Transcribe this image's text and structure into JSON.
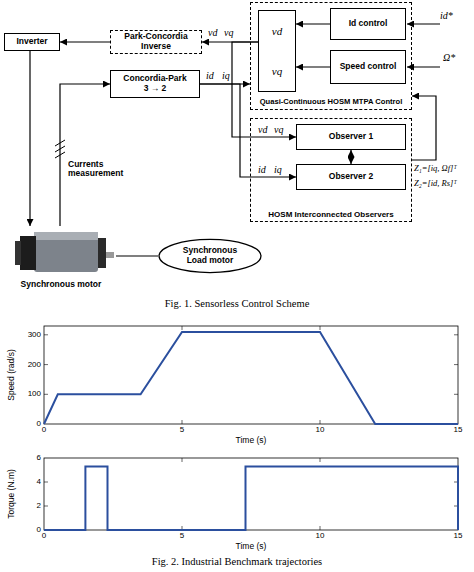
{
  "diagram": {
    "nodes": [
      {
        "text": [
          "Inverter"
        ]
      },
      {
        "text": [
          "Park-Concordia Inverse"
        ]
      },
      {
        "text": [
          "Quasi-Continuous HOSM MTPA Control"
        ]
      },
      {
        "text": [
          "vd",
          "vq"
        ],
        "in": 2
      },
      {
        "text": [
          "Id control"
        ],
        "in": 2
      },
      {
        "text": [
          "Speed control"
        ],
        "in": 2
      },
      {
        "text": [
          "Concordia-Park",
          "3 → 2"
        ]
      },
      {
        "text": [
          "HOSM Interconnected Observers"
        ]
      },
      {
        "text": [
          "Observer 1"
        ],
        "in": 7
      },
      {
        "text": [
          "Observer 2"
        ],
        "in": 7
      },
      {
        "text": [
          "Synchronous motor"
        ]
      },
      {
        "text": [
          "Synchronous Load motor"
        ]
      }
    ],
    "edges": [
      {
        "from": 1,
        "to": 0,
        "arrow": "to"
      },
      {
        "from": 3,
        "to": 1,
        "arrow": "to"
      },
      {
        "from": 4,
        "to": 3,
        "arrow": "to"
      },
      {
        "from": 5,
        "to": 3,
        "arrow": "to"
      },
      {
        "from": 0,
        "to": 10,
        "arrow": "to"
      },
      {
        "from": 10,
        "to": 6,
        "arrow": "to"
      },
      {
        "from": 10,
        "to": 11,
        "arrow": "none"
      },
      {
        "from": 6,
        "to": 2,
        "arrow": "to"
      },
      {
        "from": 6,
        "to": 9,
        "arrow": "to"
      },
      {
        "from": 3,
        "to": 8,
        "arrow": "to"
      },
      {
        "from": 8,
        "to": 9,
        "arrow": "both"
      },
      {
        "from": 7,
        "to": 2,
        "arrow": "to"
      }
    ],
    "labels": [
      "vd",
      "vq",
      "id*",
      "Ω*",
      "id",
      "iq",
      "vd",
      "vq",
      "id",
      "iq",
      "Z₁=[iq, Ωf]ᵀ",
      "Z₂=[id, Rs]ᵀ",
      "Currents measurement",
      "Fig. 1. Sensorless Control Scheme",
      "Speed (rad/s)",
      "300",
      "200",
      "100",
      "0",
      "0",
      "5",
      "10",
      "15",
      "Time (s)",
      "Torque (N.m)",
      "6",
      "4",
      "2",
      "0",
      "0",
      "5",
      "10",
      "15",
      "Time (s)",
      "Fig. 2. Industrial Benchmark trajectories"
    ]
  }
}
